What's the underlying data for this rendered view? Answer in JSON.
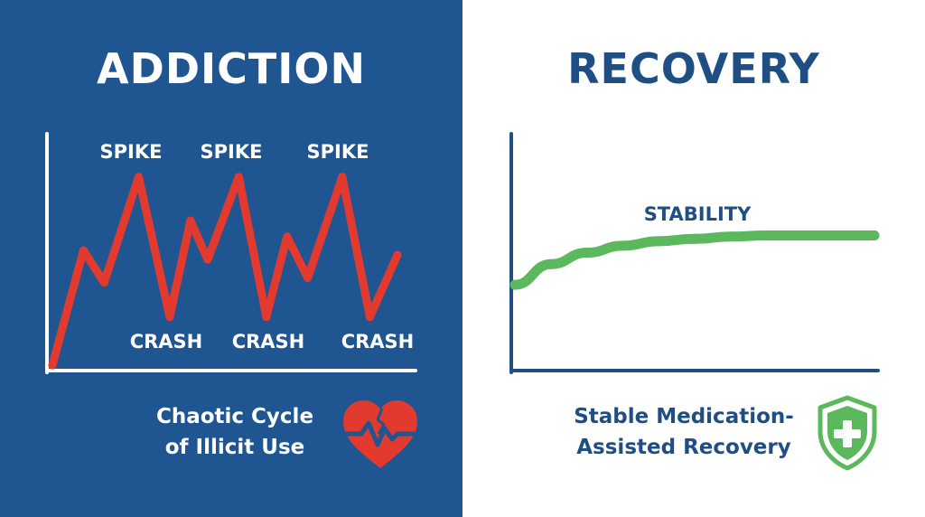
{
  "colors": {
    "left_background": "#1f5590",
    "right_background": "#ffffff",
    "left_title": "#ffffff",
    "right_title": "#1f4e85",
    "addiction_line": "#e23a2f",
    "recovery_line": "#5cb85c",
    "left_axis": "#ffffff",
    "right_axis": "#1f4e85",
    "heart_icon": "#e23a2f",
    "shield_icon": "#5cb85c"
  },
  "left_panel": {
    "title": "ADDICTION",
    "caption_line1": "Chaotic Cycle",
    "caption_line2": "of Illicit Use",
    "icon": "broken-heart-icon",
    "spike_labels": [
      "SPIKE",
      "SPIKE",
      "SPIKE"
    ],
    "crash_labels": [
      "CRASH",
      "CRASH",
      "CRASH"
    ]
  },
  "right_panel": {
    "title": "RECOVERY",
    "caption_line1": "Stable Medication-",
    "caption_line2": "Assisted Recovery",
    "icon": "shield-plus-icon",
    "stability_label": "STABILITY"
  },
  "chart_data": [
    {
      "type": "line",
      "series": [
        {
          "x": [
            0,
            0.09,
            0.15,
            0.25,
            0.34,
            0.4,
            0.45,
            0.54,
            0.62,
            0.68,
            0.74,
            0.84,
            0.92,
            1.0
          ],
          "y": [
            0,
            0.5,
            0.36,
            0.82,
            0.21,
            0.63,
            0.46,
            0.82,
            0.21,
            0.56,
            0.38,
            0.82,
            0.21,
            0.48
          ]
        }
      ],
      "ylim": [
        0,
        1
      ],
      "xlim": [
        0,
        1
      ]
    },
    {
      "type": "line",
      "series": [
        {
          "x": [
            0,
            0.1,
            0.2,
            0.3,
            0.4,
            0.5,
            0.6,
            0.7,
            0.8,
            0.9,
            1.0
          ],
          "y": [
            0.35,
            0.44,
            0.49,
            0.52,
            0.54,
            0.55,
            0.56,
            0.565,
            0.565,
            0.565,
            0.565
          ]
        }
      ],
      "ylim": [
        0,
        1
      ],
      "xlim": [
        0,
        1
      ]
    }
  ]
}
